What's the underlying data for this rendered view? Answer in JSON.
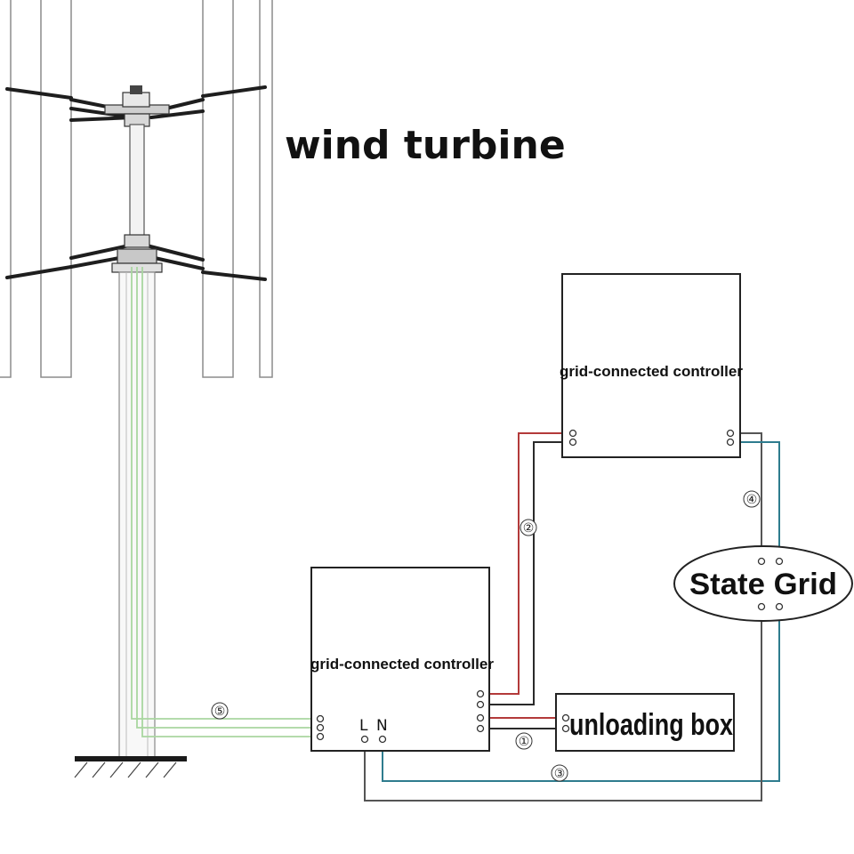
{
  "title": "wind turbine",
  "controller_top": {
    "label": "grid-connected controller"
  },
  "controller_bottom": {
    "label": "grid-connected controller",
    "terminal_L": "L",
    "terminal_N": "N"
  },
  "state_grid": {
    "label": "State Grid"
  },
  "unloading_box": {
    "label": "unloading box"
  },
  "connections": [
    {
      "id": "c1",
      "marker": "①"
    },
    {
      "id": "c2",
      "marker": "②"
    },
    {
      "id": "c3",
      "marker": "③"
    },
    {
      "id": "c4",
      "marker": "④"
    },
    {
      "id": "c5",
      "marker": "⑤"
    }
  ],
  "wire_colors": {
    "positive": "#b33a3a",
    "negative": "#2a2a2a",
    "neutral": "#2e7c8e",
    "live": "#555555",
    "turbine_cable": "#a9d6a0"
  }
}
